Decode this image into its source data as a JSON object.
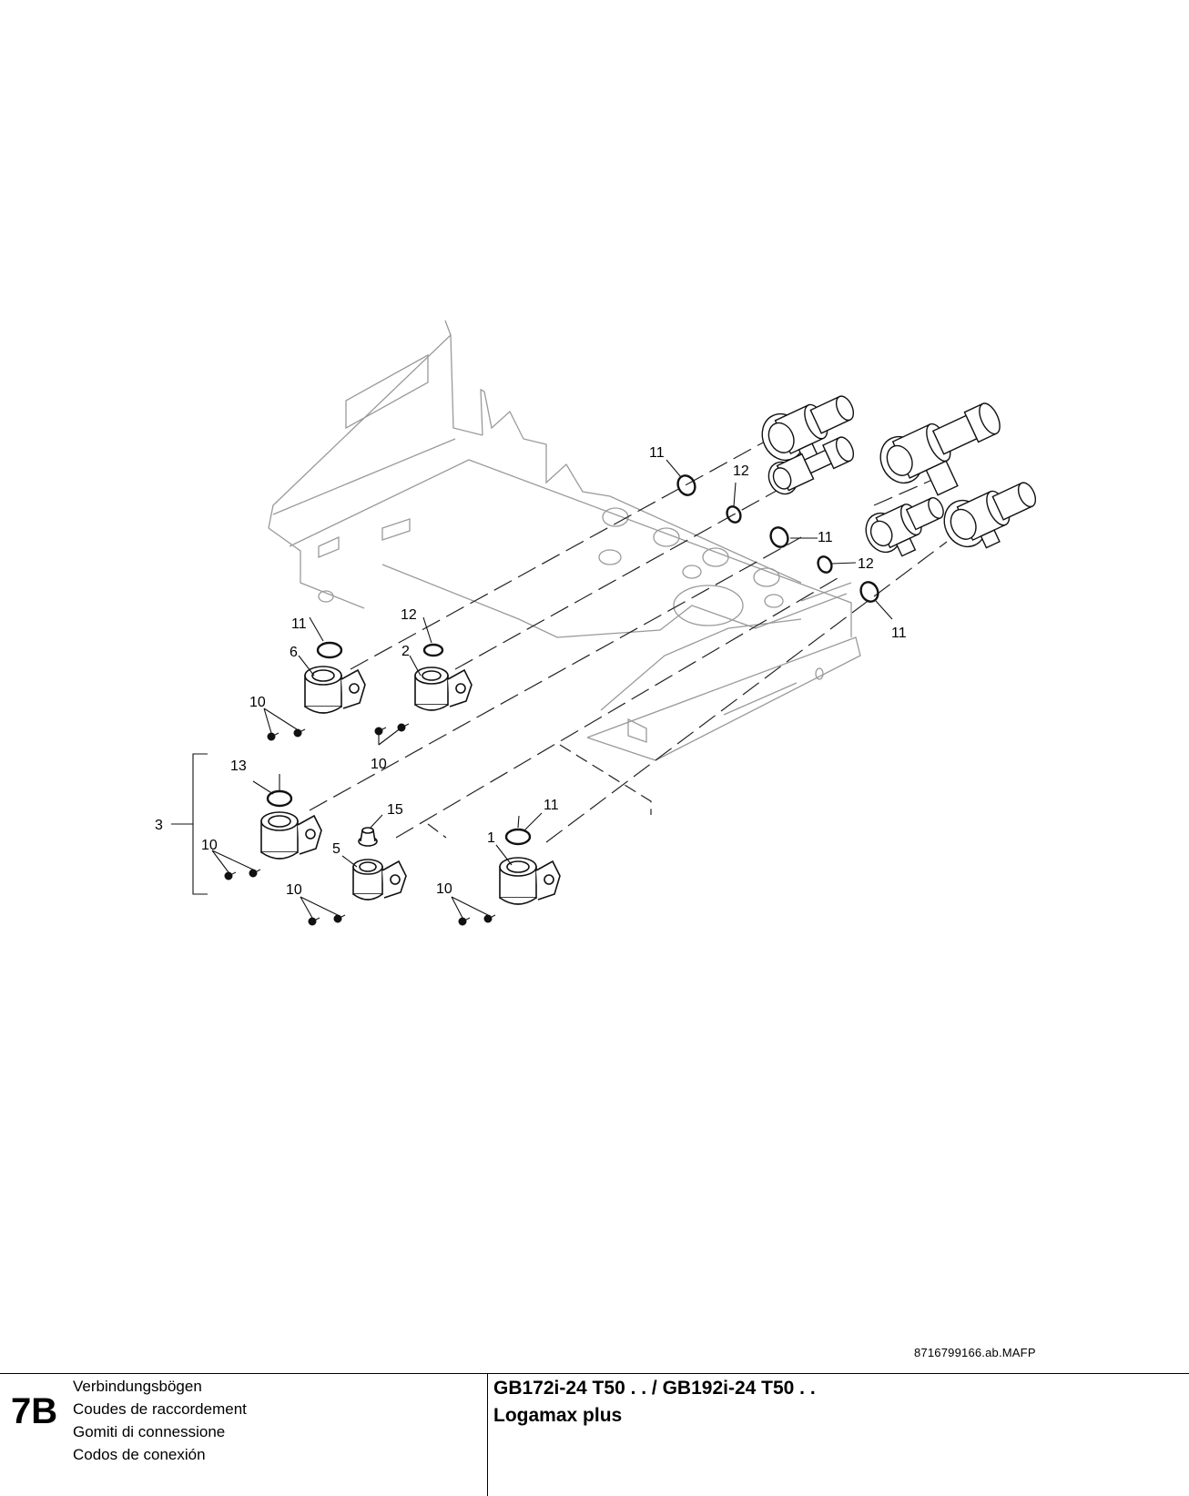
{
  "callouts": [
    {
      "id": "c-11a",
      "text": "11"
    },
    {
      "id": "c-12a",
      "text": "12"
    },
    {
      "id": "c-11b",
      "text": "11"
    },
    {
      "id": "c-12b",
      "text": "12"
    },
    {
      "id": "c-11c",
      "text": "11"
    },
    {
      "id": "c-11d",
      "text": "11"
    },
    {
      "id": "c-6",
      "text": "6"
    },
    {
      "id": "c-12c",
      "text": "12"
    },
    {
      "id": "c-2",
      "text": "2"
    },
    {
      "id": "c-10a",
      "text": "10"
    },
    {
      "id": "c-10b",
      "text": "10"
    },
    {
      "id": "c-13",
      "text": "13"
    },
    {
      "id": "c-3",
      "text": "3"
    },
    {
      "id": "c-10c",
      "text": "10"
    },
    {
      "id": "c-15",
      "text": "15"
    },
    {
      "id": "c-5",
      "text": "5"
    },
    {
      "id": "c-11e",
      "text": "11"
    },
    {
      "id": "c-1",
      "text": "1"
    },
    {
      "id": "c-10d",
      "text": "10"
    },
    {
      "id": "c-10e",
      "text": "10"
    }
  ],
  "reference_code": "8716799166.ab.MAFP",
  "footer": {
    "section_code": "7B",
    "titles": [
      "Verbindungsbögen",
      "Coudes de raccordement",
      "Gomiti di connessione",
      "Codos de conexión"
    ],
    "model_line": "GB172i-24 T50 . . / GB192i-24 T50 . .",
    "product_line": "Logamax plus"
  }
}
